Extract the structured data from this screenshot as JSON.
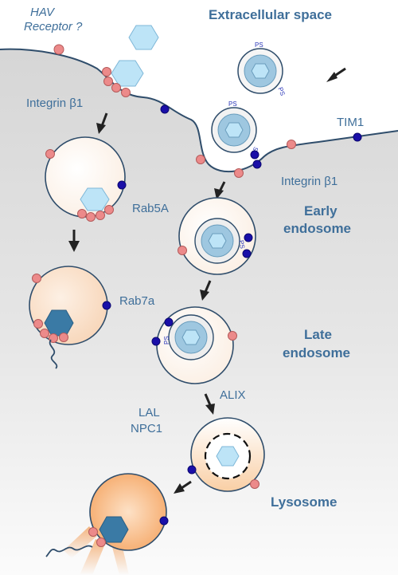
{
  "labels": {
    "extracellular": "Extracellular space",
    "hav_receptor_1": "HAV",
    "hav_receptor_2": "Receptor ?",
    "integrin_left": "Integrin β1",
    "integrin_right": "Integrin β1",
    "tim1": "TIM1",
    "rab5a": "Rab5A",
    "rab7a": "Rab7a",
    "early_1": "Early",
    "early_2": "endosome",
    "late_1": "Late",
    "late_2": "endosome",
    "alix": "ALIX",
    "lal": "LAL",
    "npc1": "NPC1",
    "lysosome": "Lysosome",
    "ps": "PS"
  },
  "colors": {
    "membrane": "#2f4d6b",
    "cytoplasm_top": "#dcdcdc",
    "receptor_pink": "#ec8a8a",
    "receptor_blue": "#1a0fa8",
    "capsid": "#bde4f7",
    "capsid_dark": "#3a7aa5",
    "text": "#3f6f9a"
  }
}
